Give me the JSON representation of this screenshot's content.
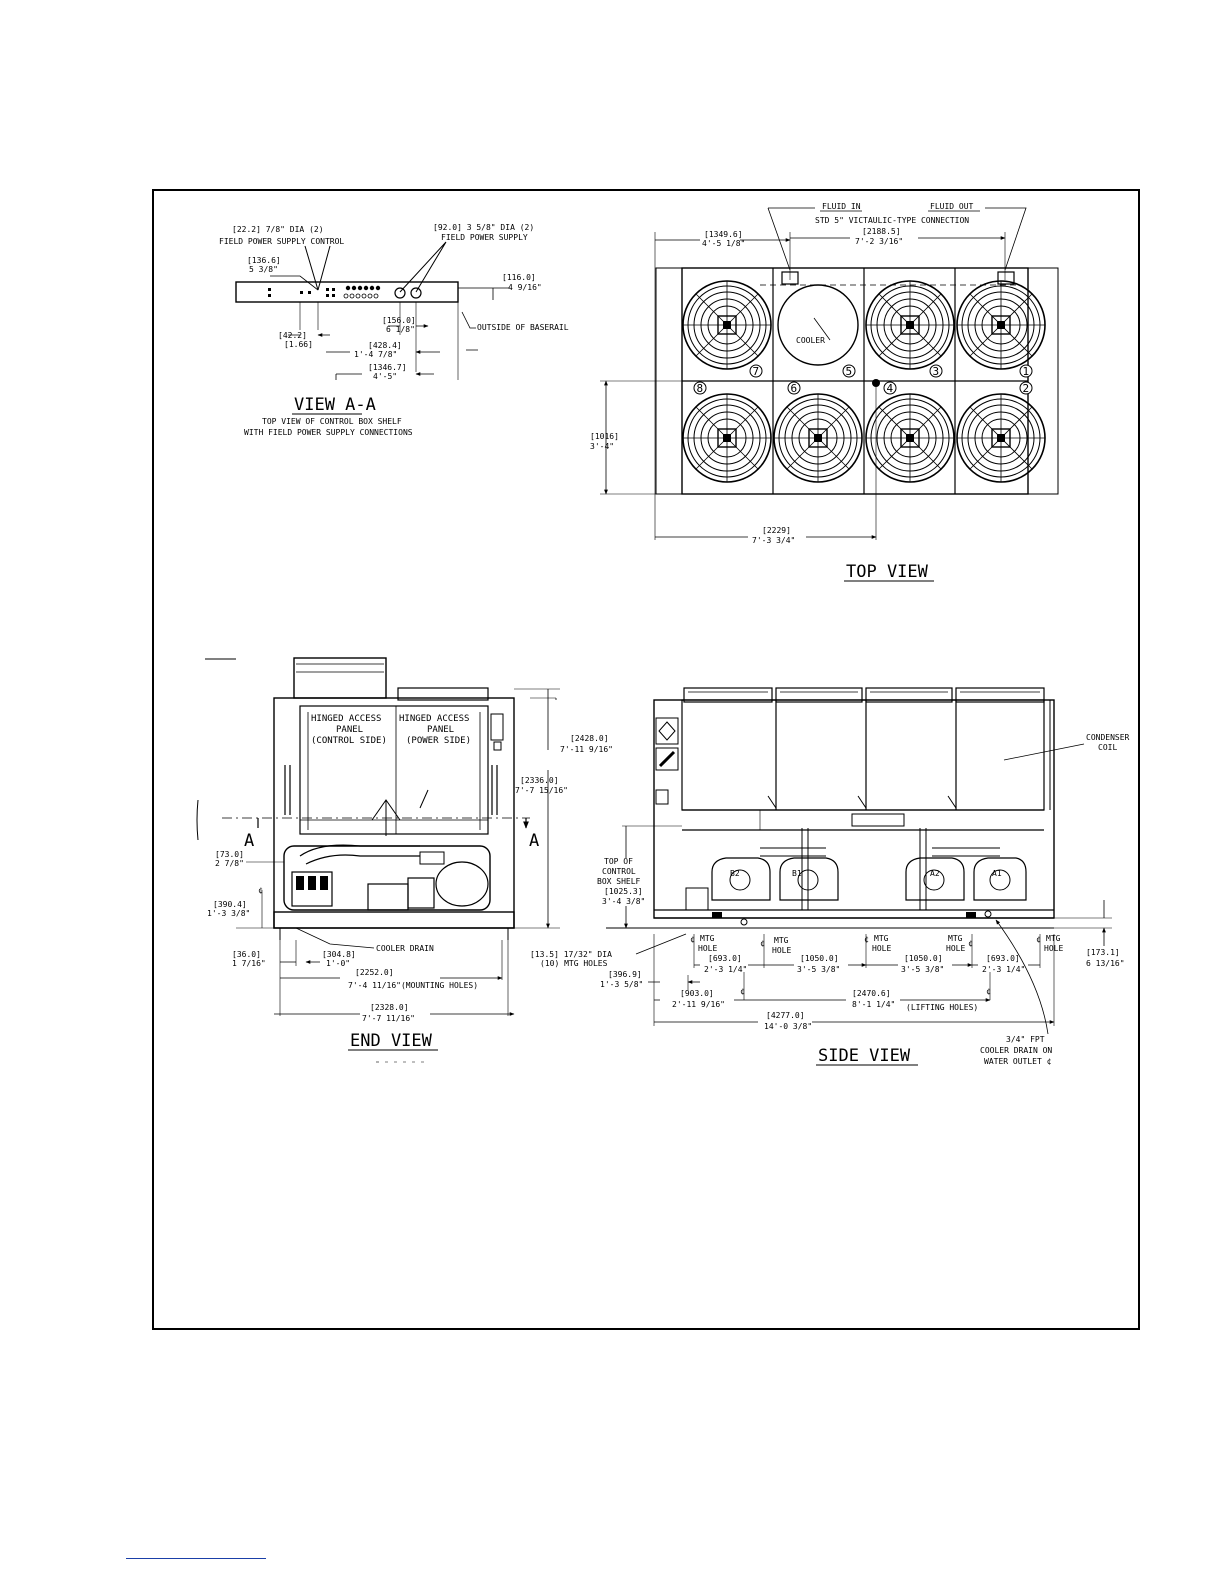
{
  "view_a_a": {
    "title": "VIEW A-A",
    "sub1": "TOP VIEW OF CONTROL BOX SHELF",
    "sub2": "WITH FIELD POWER SUPPLY CONNECTIONS",
    "c1a": "[22.2] 7/8\" DIA (2)",
    "c1b": "FIELD POWER SUPPLY CONTROL",
    "c2a": "[92.0] 3 5/8\" DIA (2)",
    "c2b": "FIELD POWER SUPPLY",
    "d1a": "[136.6]",
    "d1b": "5 3/8\"",
    "d2a": "[116.0]",
    "d2b": "4 9/16\"",
    "d3a": "[156.0]",
    "d3b": "6 1/8\"",
    "d4a": "[42.2]",
    "d4b": "[1.66]",
    "d5a": "[428.4]",
    "d5b": "1'-4 7/8\"",
    "d6a": "[1346.7]",
    "d6b": "4'-5\"",
    "baserail": "OUTSIDE OF BASERAIL"
  },
  "top_view": {
    "title": "TOP VIEW",
    "fluid_in": "FLUID IN",
    "fluid_out": "FLUID OUT",
    "connection": "STD 5\" VICTAULIC-TYPE CONNECTION",
    "d1a": "[1349.6]",
    "d1b": "4'-5 1/8\"",
    "d2a": "[2188.5]",
    "d2b": "7'-2 3/16\"",
    "d3a": "[1016]",
    "d3b": "3'-4\"",
    "d4a": "[2229]",
    "d4b": "7'-3 3/4\"",
    "cooler": "COOLER",
    "fan_numbers": [
      "1",
      "2",
      "3",
      "4",
      "5",
      "6",
      "7",
      "8"
    ]
  },
  "end_view": {
    "title": "END VIEW",
    "panel_left": [
      "HINGED ACCESS",
      "PANEL",
      "(CONTROL SIDE)"
    ],
    "panel_right": [
      "HINGED ACCESS",
      "PANEL",
      "(POWER SIDE)"
    ],
    "section_mark": "A",
    "h1a": "[2428.0]",
    "h1b": "7'-11 9/16\"",
    "h2a": "[2336.0]",
    "h2b": "7'-7 15/16\"",
    "d1a": "[73.0]",
    "d1b": "2 7/8\"",
    "d2a": "[390.4]",
    "d2b": "1'-3 3/8\"",
    "d3a": "[36.0]",
    "d3b": "1 7/16\"",
    "d4a": "[304.8]",
    "d4b": "1'-0\"",
    "cooler_drain": "COOLER DRAIN",
    "d5a": "[2252.0]",
    "d5b": "7'-4 11/16\"(MOUNTING HOLES)",
    "d6a": "[2328.0]",
    "d6b": "7'-7 11/16\""
  },
  "side_view": {
    "title": "SIDE VIEW",
    "condenser": [
      "CONDENSER",
      "COIL"
    ],
    "shelf": [
      "TOP OF",
      "CONTROL",
      "BOX SHELF",
      "[1025.3]",
      "3'-4 3/8\""
    ],
    "holes_a": "[13.5] 17/32\" DIA",
    "holes_b": "(10) MTG HOLES",
    "mtg_hole": [
      "MTG",
      "HOLE"
    ],
    "compressors": [
      "B2",
      "B1",
      "A2",
      "A1"
    ],
    "d1a": "[693.0]",
    "d1b": "2'-3 1/4\"",
    "d2a": "[1050.0]",
    "d2b": "3'-5 3/8\"",
    "d3a": "[1050.0]",
    "d3b": "3'-5 3/8\"",
    "d4a": "[693.0]",
    "d4b": "2'-3 1/4\"",
    "d5a": "[173.1]",
    "d5b": "6 13/16\"",
    "d6a": "[396.9]",
    "d6b": "1'-3 5/8\"",
    "d7a": "[903.0]",
    "d7b": "2'-11 9/16\"",
    "d8a": "[2470.6]",
    "d8b": "8'-1 1/4\"",
    "lifting": "(LIFTING HOLES)",
    "d9a": "[4277.0]",
    "d9b": "14'-0 3/8\"",
    "drain": [
      "3/4\" FPT",
      "COOLER DRAIN ON",
      "WATER OUTLET ¢"
    ]
  }
}
